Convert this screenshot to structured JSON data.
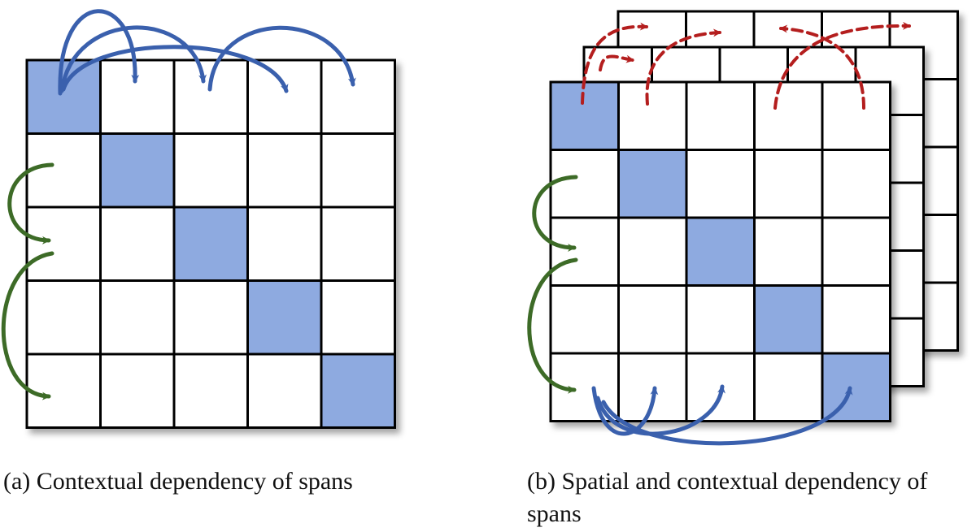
{
  "figure": {
    "grid_size": 5,
    "colors": {
      "cell_fill": "#ffffff",
      "diagonal_fill": "#8eaae0",
      "grid_line": "#000000",
      "contextual_arrow_blue": "#3a60ad",
      "contextual_arrow_green": "#3d6b27",
      "spatial_arrow_red": "#b41e1e"
    },
    "panels": [
      {
        "id": "a",
        "caption": "(a)  Contextual dependency of spans",
        "layers": 1,
        "highlighted_cells": "diagonal"
      },
      {
        "id": "b",
        "caption": "(b)  Spatial and contextual dependency of spans",
        "layers": 3,
        "highlighted_cells": "diagonal"
      }
    ]
  }
}
